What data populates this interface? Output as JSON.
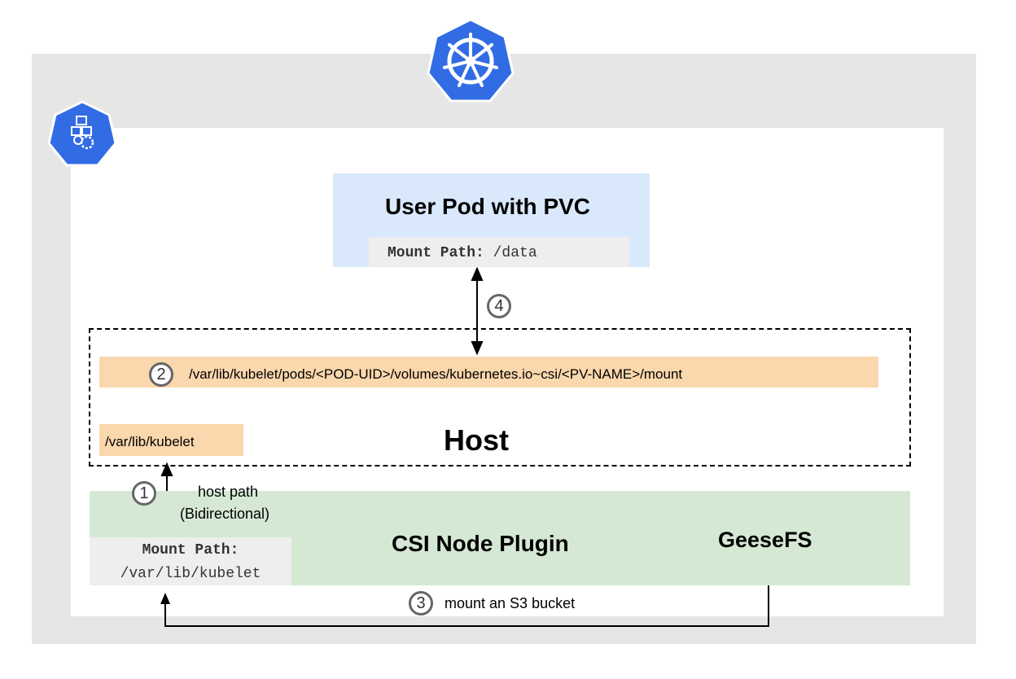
{
  "pod": {
    "title": "User Pod with PVC",
    "mount_key": "Mount Path:",
    "mount_value": " /data"
  },
  "host": {
    "title": "Host",
    "volume_path": "/var/lib/kubelet/pods/<POD-UID>/volumes/kubernetes.io~csi/<PV-NAME>/mount",
    "kubelet_path": "/var/lib/kubelet"
  },
  "csi": {
    "title": "CSI Node Plugin",
    "mount_key": "Mount Path:",
    "mount_value": "/var/lib/kubelet",
    "geesefs_label": "GeeseFS"
  },
  "steps": {
    "one": "1",
    "two": "2",
    "three": "3",
    "four": "4",
    "host_path_label": "host path",
    "bidirectional_label": "(Bidirectional)",
    "mount_bucket_label": "mount an S3 bucket"
  },
  "icons": {
    "kubernetes": "kubernetes-wheel-icon",
    "node": "kubernetes-node-icon",
    "geesefs": "geesefs-logo-icon"
  },
  "colors": {
    "cluster_bg": "#e6e6e6",
    "pod_bg": "#dae8fc",
    "path_bg": "#fad7ac",
    "csi_bg": "#d5e8d4",
    "k8s_blue": "#326ce5"
  }
}
